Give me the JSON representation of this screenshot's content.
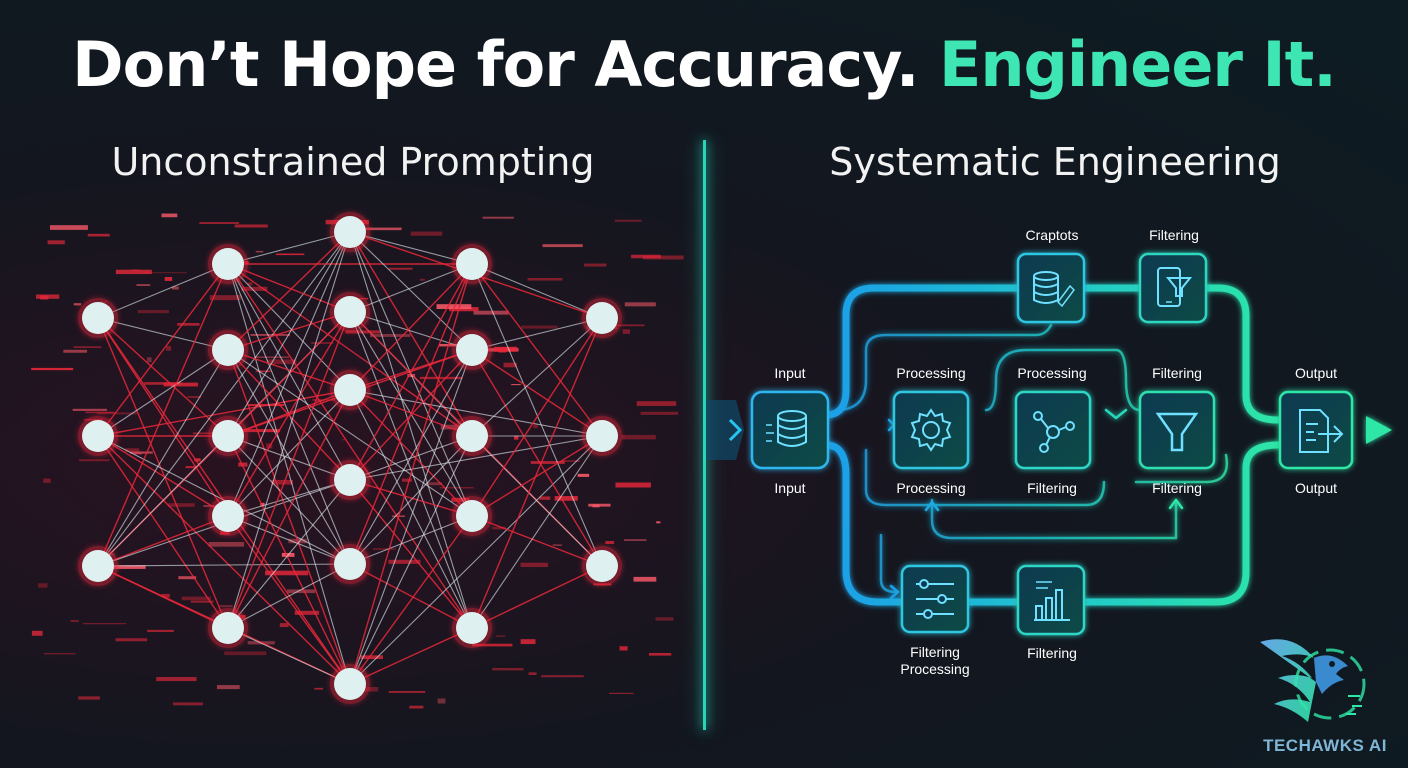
{
  "headline": {
    "part1": "Don’t Hope for Accuracy.",
    "part2": "Engineer It."
  },
  "left_panel": {
    "title": "Unconstrained Prompting"
  },
  "right_panel": {
    "title": "Systematic Engineering",
    "labels": {
      "top_node_1": "Craptots",
      "top_node_2": "Filtering",
      "input_above": "Input",
      "input_below": "Input",
      "mid_node_1_above": "Processing",
      "mid_node_1_below": "Processing",
      "mid_node_2_above": "Processing",
      "mid_node_2_below": "Filtering",
      "mid_node_3_above": "Filtering",
      "mid_node_3_below": "Filtering",
      "output_above": "Output",
      "output_below": "Output",
      "bottom_node_1_line1": "Filtering",
      "bottom_node_1_line2": "Processing",
      "bottom_node_2": "Filtering"
    },
    "icons": {
      "input": "database-icon",
      "top_node_1": "database-edit-icon",
      "top_node_2": "phone-funnel-icon",
      "mid_node_1": "gear-icon",
      "mid_node_2": "network-icon",
      "mid_node_3": "funnel-icon",
      "output": "document-export-icon",
      "bottom_node_1": "sliders-icon",
      "bottom_node_2": "bar-chart-icon"
    }
  },
  "brand": {
    "name": "TECHAWKS AI",
    "icon": "hawk-logo-icon"
  },
  "colors": {
    "accent_green": "#3ee6b4",
    "chaos_red": "#e8283a",
    "flow_blue": "#1ea8e8",
    "flow_green": "#2ee6a6"
  }
}
